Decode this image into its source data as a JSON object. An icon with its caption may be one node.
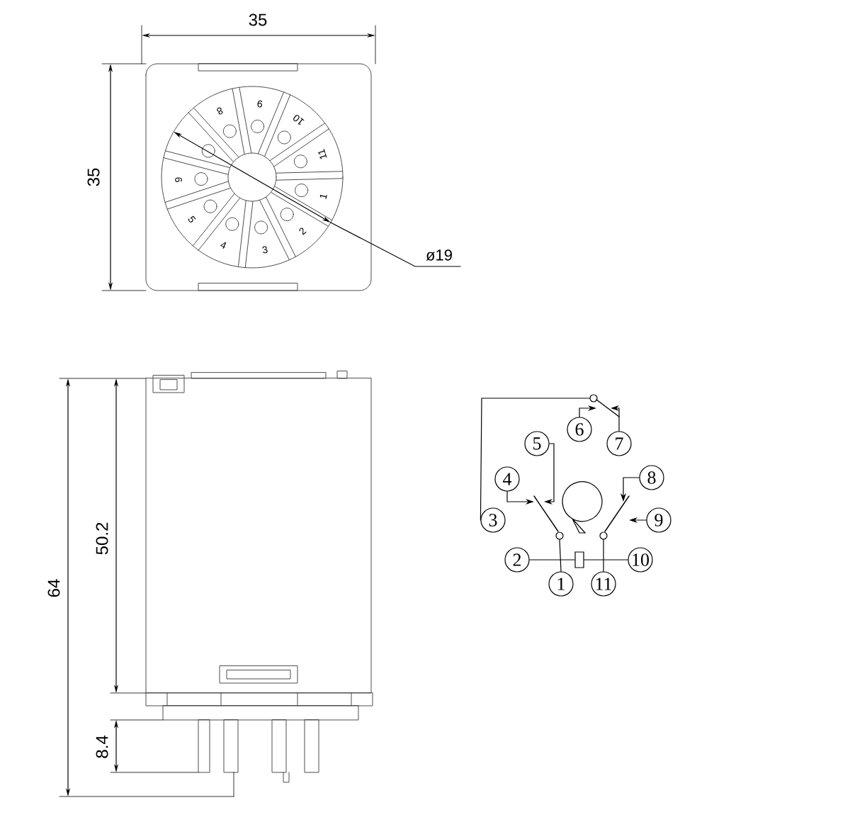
{
  "diagram": {
    "nodes": [
      {
        "text": [
          "6"
        ]
      },
      {
        "text": [
          "5"
        ]
      },
      {
        "text": [
          "7"
        ]
      },
      {
        "text": [
          "4"
        ]
      },
      {
        "text": [
          "8"
        ]
      },
      {
        "text": [
          "3"
        ]
      },
      {
        "text": [
          "9"
        ]
      },
      {
        "text": [
          "2"
        ]
      },
      {
        "text": [
          "10"
        ]
      },
      {
        "text": [
          "1"
        ]
      },
      {
        "text": [
          "11"
        ]
      },
      {
        "text": [],
        "shape": "circle"
      },
      {
        "text": [],
        "shape": "circle"
      },
      {
        "text": [],
        "shape": "circle"
      },
      {
        "text": [],
        "shape": "box"
      }
    ],
    "edges": [
      {
        "from": 5,
        "to": 11,
        "arrow": "none"
      },
      {
        "from": 0,
        "to": 11,
        "arrow": "to"
      },
      {
        "from": 2,
        "to": 11,
        "arrow": "to"
      },
      {
        "from": 1,
        "to": 12,
        "arrow": "to"
      },
      {
        "from": 3,
        "to": 12,
        "arrow": "to"
      },
      {
        "from": 4,
        "to": 13,
        "arrow": "to"
      },
      {
        "from": 6,
        "to": 13,
        "arrow": "to"
      },
      {
        "from": 9,
        "to": 12,
        "arrow": "none"
      },
      {
        "from": 10,
        "to": 13,
        "arrow": "none"
      },
      {
        "from": 7,
        "to": 14,
        "arrow": "none"
      },
      {
        "from": 14,
        "to": 8,
        "arrow": "none"
      }
    ],
    "labels": [
      "35",
      "8",
      "9",
      "10",
      "35",
      "11",
      "6",
      "1",
      "5",
      "2",
      "4",
      "3",
      "ø19",
      "64",
      "50.2",
      "8.4"
    ]
  }
}
